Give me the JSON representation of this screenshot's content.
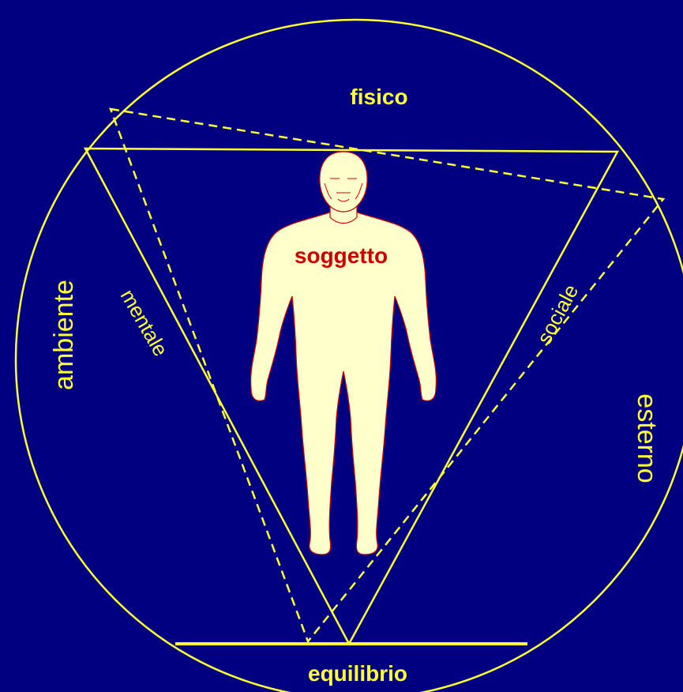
{
  "colors": {
    "background": "#000080",
    "lines": "#FFFF33",
    "figure_fill": "#FFFFCC",
    "figure_stroke": "#CC0000",
    "subject_text": "#CC0000",
    "label_text": "#FFFF33"
  },
  "labels": {
    "physical": "fisico",
    "environment": "ambiente",
    "external": "esterno",
    "mental": "mentale",
    "social": "sociale",
    "subject": "soggetto",
    "balance": "equilibrio"
  }
}
